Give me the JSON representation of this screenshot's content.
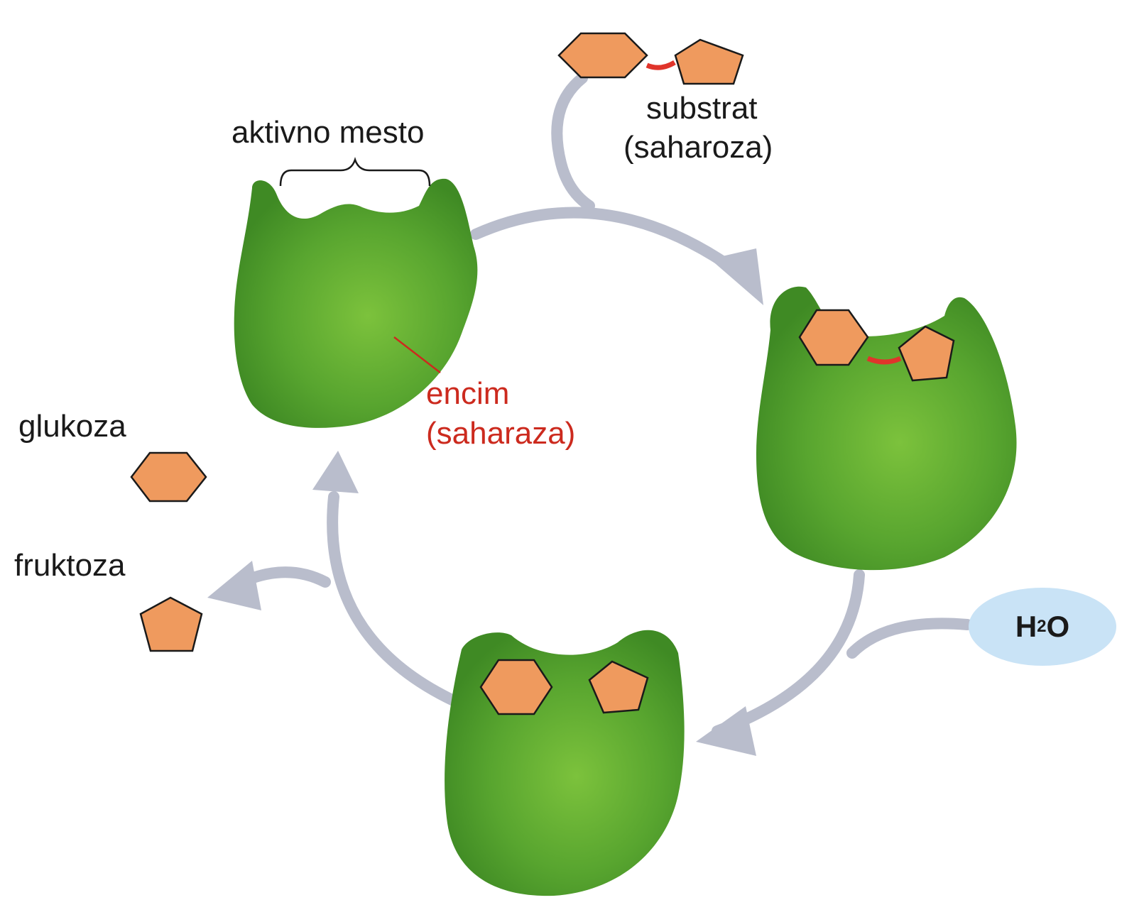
{
  "labels": {
    "active_site": "aktivno mesto",
    "substrate_line1": "substrat",
    "substrate_line2": "(saharoza)",
    "enzyme_line1": "encim",
    "enzyme_line2": "(saharaza)",
    "glucose": "glukoza",
    "fructose": "fruktoza",
    "water_h": "H",
    "water_sub": "2",
    "water_o": "O"
  },
  "colors": {
    "enzyme": "#4e9a2c",
    "enzyme_highlight": "#7cc23c",
    "sugar_fill": "#ef9a5e",
    "bond": "#e0342b",
    "arrow": "#b9bdcc",
    "water_fill": "#c9e3f6",
    "label_red": "#cc2a1e"
  }
}
